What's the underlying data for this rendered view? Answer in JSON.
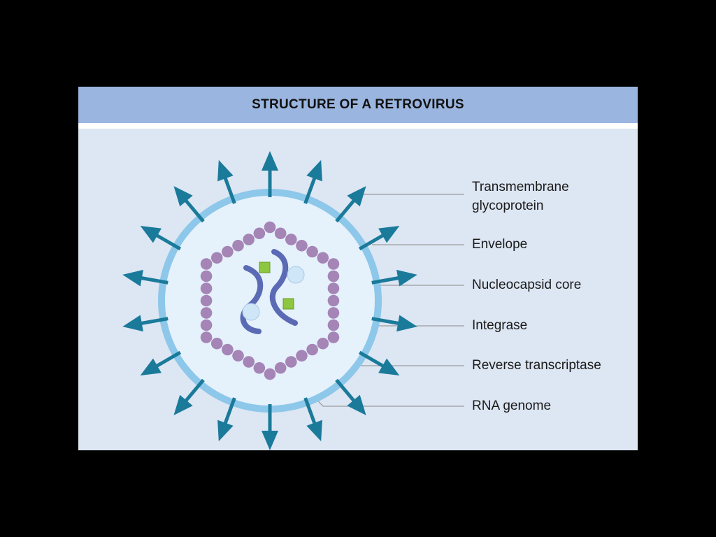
{
  "title": "STRUCTURE OF A RETROVIRUS",
  "labels": {
    "transmembrane_line1": "Transmembrane",
    "transmembrane_line2": "glycoprotein",
    "envelope": "Envelope",
    "nucleocapsid": "Nucleocapsid core",
    "integrase": "Integrase",
    "reverse_transcriptase": "Reverse transcriptase",
    "rna_genome": "RNA genome"
  },
  "colors": {
    "page_background": "#000000",
    "panel_background": "#dde6f3",
    "title_bar": "#9ab5df",
    "envelope": "#8dc7ea",
    "virion_interior": "#e5f1fb",
    "glycoprotein_spikes": "#1a7a9a",
    "capsid_beads": "#a584b6",
    "rna_strands": "#5a6ab5",
    "integrase": "#8dc63f",
    "reverse_transcriptase": "#cfe6f7",
    "leader_lines": "#8a8a8a"
  },
  "icons": {
    "spike": "glycoprotein-spike-icon",
    "capsid_bead": "capsid-protein-bead-icon",
    "integrase": "integrase-square-icon",
    "reverse_transcriptase": "reverse-transcriptase-circle-icon",
    "rna": "rna-strand-icon"
  }
}
